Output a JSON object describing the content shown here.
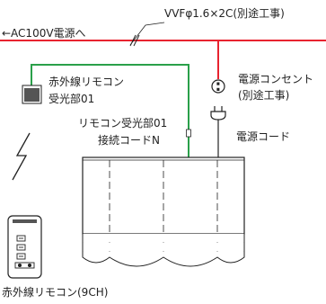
{
  "labels": {
    "cable_spec": "VVFφ1.6×2C(別途工事)",
    "power_source": "←AC100V電源へ",
    "receiver_line1": "赤外線リモコン",
    "receiver_line2": "受光部01",
    "outlet_line1": "電源コンセント",
    "outlet_line2": "(別途工事)",
    "connector_line1": "リモコン受光部01",
    "connector_line2": "接続コードN",
    "power_cord": "電源コード",
    "remote_caption": "赤外線リモコン(9CH)"
  },
  "colors": {
    "power_line": "#e8232f",
    "signal_line": "#2aa04a",
    "ink": "#222222"
  },
  "icons": {
    "wireless": "lightning-bolt",
    "outlet": "power-outlet",
    "plug": "power-plug"
  }
}
